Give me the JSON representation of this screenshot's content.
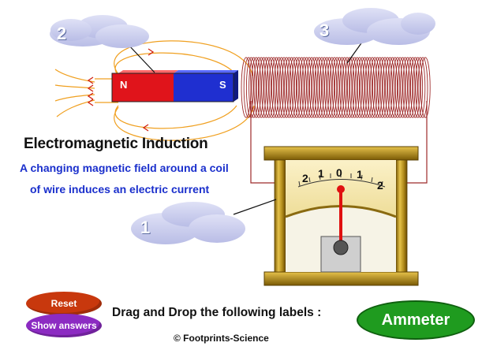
{
  "title": "Electromagnetic Induction",
  "subtitle_lines": [
    "A changing magnetic field around a coil",
    "of wire induces an electric current"
  ],
  "instruction": "Drag and Drop the following labels :",
  "copyright": "© Footprints-Science",
  "buttons": {
    "reset": "Reset",
    "show_answers": "Show answers"
  },
  "draggable_label": "Ammeter",
  "drop_targets": [
    "2",
    "3",
    "1"
  ],
  "magnet": {
    "north": "N",
    "south": "S"
  },
  "meter_scale": [
    "2",
    "1",
    "0",
    "1",
    "2"
  ],
  "colors": {
    "north_pole": "#e0141b",
    "south_pole": "#1f2fd0",
    "coil_wire": "#9e2a2a",
    "field_lines": "#f0a020",
    "meter_frame": "#b08a1a",
    "meter_face": "#f6eab6",
    "needle": "#e01010",
    "reset_button": "#c8380d",
    "show_answers_button": "#8c2bc2",
    "ammeter_label": "#1f9b1f",
    "drop_cloud": "#c9cdec"
  }
}
